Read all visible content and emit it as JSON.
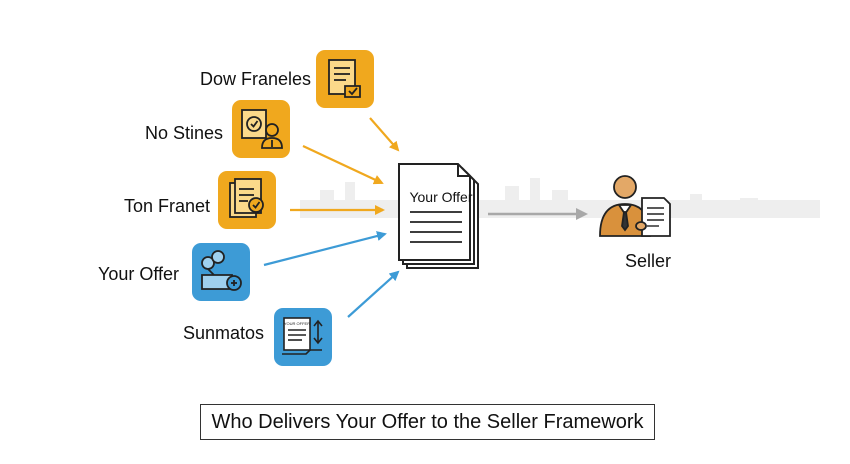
{
  "inputs": [
    {
      "label": "Dow Franeles",
      "color": "#F0A81E",
      "icon": "document-check-icon"
    },
    {
      "label": "No Stines",
      "color": "#F0A81E",
      "icon": "agent-verified-icon"
    },
    {
      "label": "Ton Franet",
      "color": "#F0A81E",
      "icon": "checked-document-icon"
    },
    {
      "label": "Your Offer",
      "color": "#3D9BD6",
      "icon": "people-network-icon"
    },
    {
      "label": "Sunmatos",
      "color": "#3D9BD6",
      "icon": "document-transfer-icon"
    }
  ],
  "center": {
    "label": "Your Offer",
    "icon": "offer-document-stack-icon"
  },
  "target": {
    "label": "Seller",
    "icon": "seller-person-icon"
  },
  "caption": "Who Delivers Your Offer to the Seller Framework",
  "colors": {
    "orange": "#F0A81E",
    "blue": "#3D9BD6",
    "arrow_gray": "#A8A8A8",
    "stroke": "#222222"
  },
  "icons": {
    "small_doc_text": "YOUR OFFER"
  }
}
